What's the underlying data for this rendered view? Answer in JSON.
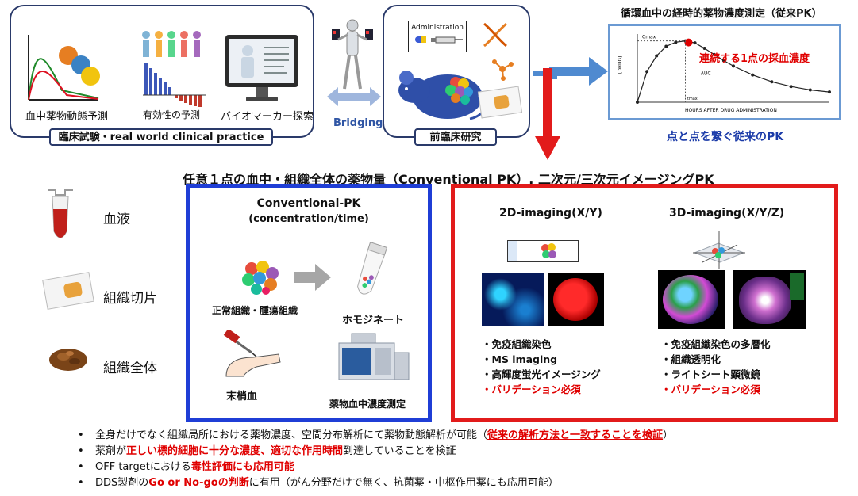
{
  "top_left": {
    "captions": [
      "血中薬物動態予測",
      "有効性の予測",
      "バイオマーカー探索"
    ],
    "banner": "臨床試験・real world clinical practice"
  },
  "bridging": {
    "label": "Bridging"
  },
  "preclinical": {
    "admin_label": "Administration",
    "banner": "前臨床研究"
  },
  "pk_curve": {
    "title": "循環血中の経時的薬物濃度測定（従来PK）",
    "annotation": "連続する1点の採血濃度",
    "x_axis_label": "HOURS AFTER DRUG ADMINISTRATION",
    "y_axis_label": "[DRUG]",
    "cmax_label": "Cmax",
    "auc_label": "AUC",
    "tmax_label": "tmax",
    "caption": "点と点を繋ぐ従来のPK",
    "points": [
      [
        0,
        0
      ],
      [
        0.5,
        4.5
      ],
      [
        1,
        6.8
      ],
      [
        1.5,
        8.2
      ],
      [
        2,
        8.8
      ],
      [
        2.5,
        9.0
      ],
      [
        3,
        8.7
      ],
      [
        3.5,
        7.9
      ],
      [
        4,
        7.0
      ],
      [
        4.5,
        6.1
      ],
      [
        5,
        5.3
      ],
      [
        6,
        4.0
      ],
      [
        7,
        3.0
      ],
      [
        8,
        2.3
      ],
      [
        9,
        1.8
      ],
      [
        10,
        1.5
      ]
    ]
  },
  "main_title": "任意１点の血中・組織全体の薬物量（Conventional PK）, 二次元/三次元イメージングPK",
  "samples": [
    {
      "label": "血液",
      "icon": "blood-tube-icon"
    },
    {
      "label": "組織切片",
      "icon": "tissue-slide-icon"
    },
    {
      "label": "組織全体",
      "icon": "whole-tissue-icon"
    }
  ],
  "conventional": {
    "title": "Conventional-PK",
    "subtitle": "(concentration/time)",
    "tissue_label": "正常組織・腫瘍組織",
    "homogenate_label": "ホモジネート",
    "blood_label": "末梢血",
    "measure_label": "薬物血中濃度測定"
  },
  "imaging": {
    "title_2d": "2D-imaging(X/Y)",
    "title_3d": "3D-imaging(X/Y/Z)",
    "bullets_2d": [
      "・免疫組織染色",
      "・MS imaging",
      "・高輝度蛍光イメージング",
      "・バリデーション必須"
    ],
    "bullets_3d": [
      "・免疫組織染色の多層化",
      "・組織透明化",
      "・ライトシート顕微鏡",
      "・バリデーション必須"
    ]
  },
  "bottom": {
    "l1_a": "全身だけでなく組織局所における薬物濃度、空間分布解析にて薬物動態解析が可能（",
    "l1_b": "従来の解析方法と一致することを検証",
    "l1_c": "）",
    "l2_a": "薬剤が",
    "l2_b": "正しい標的細胞に十分な濃度、適切な作用時間",
    "l2_c": "到達していることを検証",
    "l3_a": "OFF targetにおける",
    "l3_b": "毒性評価にも応用可能",
    "l4_a": "DDS製剤の",
    "l4_b": "Go or No-goの判断",
    "l4_c": "に有用（がん分野だけで無く、抗菌薬・中枢作用薬にも応用可能）"
  },
  "colors": {
    "blue_panel": "#1f3ed6",
    "red_panel": "#e21b1b",
    "accent_red": "#e00000"
  }
}
